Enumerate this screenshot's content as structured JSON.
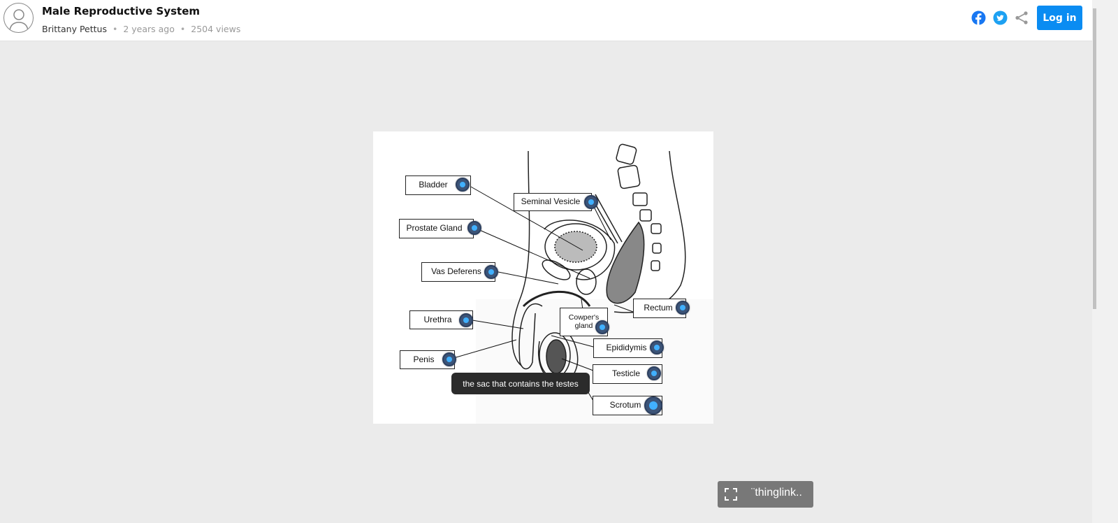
{
  "header": {
    "title": "Male Reproductive System",
    "author": "Brittany Pettus",
    "age": "2 years ago",
    "views": "2504 views",
    "login_label": "Log in"
  },
  "share_icons": [
    "facebook-icon",
    "twitter-icon",
    "share-icon"
  ],
  "labels": {
    "bladder": "Bladder",
    "seminal_vesicle": "Seminal Vesicle",
    "prostate": "Prostate Gland",
    "vas_deferens": "Vas Deferens",
    "urethra": "Urethra",
    "penis": "Penis",
    "cowpers_1": "Cowper's",
    "cowpers_2": "gland",
    "rectum": "Rectum",
    "epididymis": "Epididymis",
    "testicle": "Testicle",
    "scrotum": "Scrotum"
  },
  "tooltip": "the sac that contains the testes",
  "footer": {
    "brand": "¨thinglink.."
  },
  "colors": {
    "accent": "#0a8cf2",
    "hotspot": "#41b0ff"
  }
}
